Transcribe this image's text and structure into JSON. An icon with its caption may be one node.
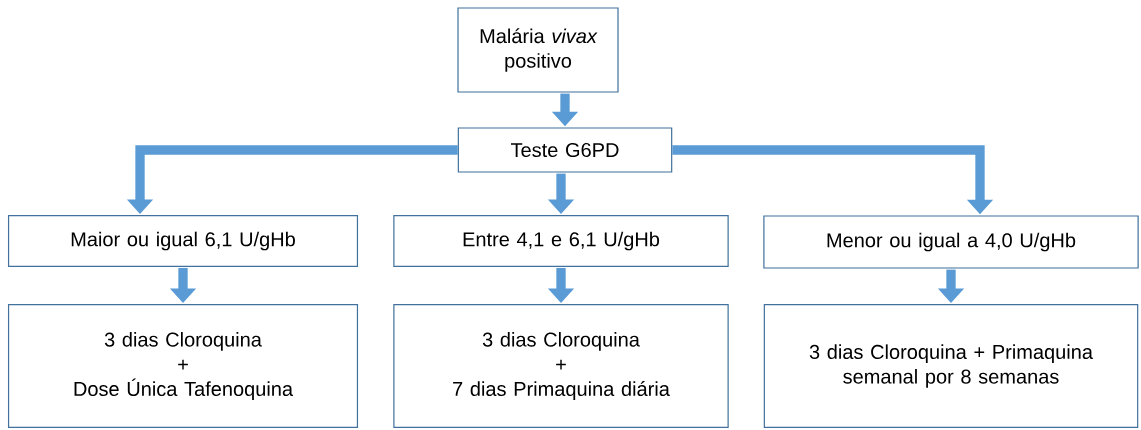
{
  "diagram": {
    "nodes": [
      {
        "text": [
          "Malária *vivax* positivo"
        ]
      },
      {
        "text": [
          "Teste G6PD"
        ]
      },
      {
        "text": [
          "Maior ou igual 6,1 U/gHb"
        ]
      },
      {
        "text": [
          "Entre 4,1 e 6,1 U/gHb"
        ]
      },
      {
        "text": [
          "Menor ou igual a 4,0 U/gHb"
        ]
      },
      {
        "text": [
          "3 dias Cloroquina",
          "+",
          "Dose Única Tafenoquina"
        ]
      },
      {
        "text": [
          "3 dias Cloroquina",
          "+",
          "7 dias Primaquina diária"
        ]
      },
      {
        "text": [
          "3 dias Cloroquina + Primaquina semanal por 8 semanas"
        ]
      }
    ],
    "edges": [
      {
        "from": 0,
        "to": 1,
        "arrow": "to"
      },
      {
        "from": 1,
        "to": 2,
        "arrow": "to"
      },
      {
        "from": 1,
        "to": 3,
        "arrow": "to"
      },
      {
        "from": 1,
        "to": 4,
        "arrow": "to"
      },
      {
        "from": 2,
        "to": 5,
        "arrow": "to"
      },
      {
        "from": 3,
        "to": 6,
        "arrow": "to"
      },
      {
        "from": 4,
        "to": 7,
        "arrow": "to"
      }
    ]
  }
}
